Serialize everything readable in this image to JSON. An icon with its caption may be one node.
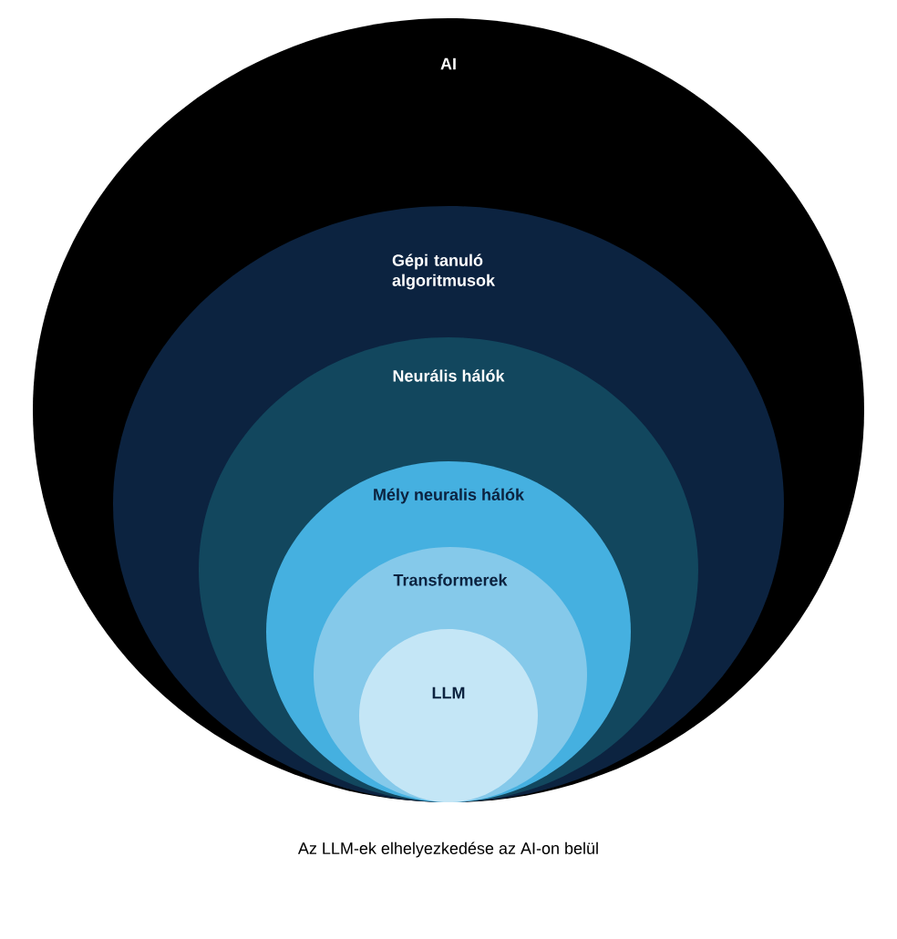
{
  "diagram": {
    "caption": "Az LLM-ek elhelyezkedése az AI-on belül",
    "nodes": [
      {
        "text": [
          "AI"
        ]
      },
      {
        "text": [
          "Gépi tanuló algoritmusok"
        ],
        "in": 0
      },
      {
        "text": [
          "Neurális hálók"
        ],
        "in": 1
      },
      {
        "text": [
          "Mély neuralis hálók"
        ],
        "in": 2
      },
      {
        "text": [
          "Transformerek"
        ],
        "in": 3
      },
      {
        "text": [
          "LLM"
        ],
        "in": 4
      }
    ]
  }
}
